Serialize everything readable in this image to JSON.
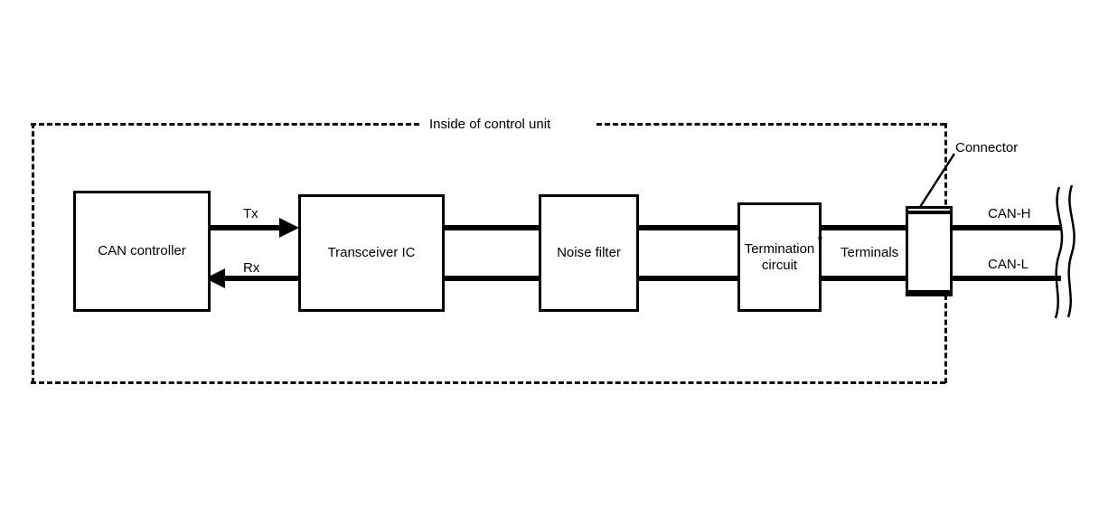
{
  "diagram": {
    "title": "Inside of control unit",
    "blocks": [
      {
        "id": "can-controller",
        "label": "CAN controller"
      },
      {
        "id": "transceiver-ic",
        "label": "Transceiver IC"
      },
      {
        "id": "noise-filter",
        "label": "Noise filter"
      },
      {
        "id": "termination-circuit",
        "label_line1": "Termination",
        "label_line2": "circuit",
        "footnote_marker": "*"
      }
    ],
    "signals": {
      "tx": "Tx",
      "rx": "Rx"
    },
    "labels": {
      "terminals": "Terminals",
      "connector": "Connector",
      "can_high": "CAN-H",
      "can_low": "CAN-L"
    },
    "colors": {
      "line": "#000000",
      "background": "#ffffff"
    }
  }
}
